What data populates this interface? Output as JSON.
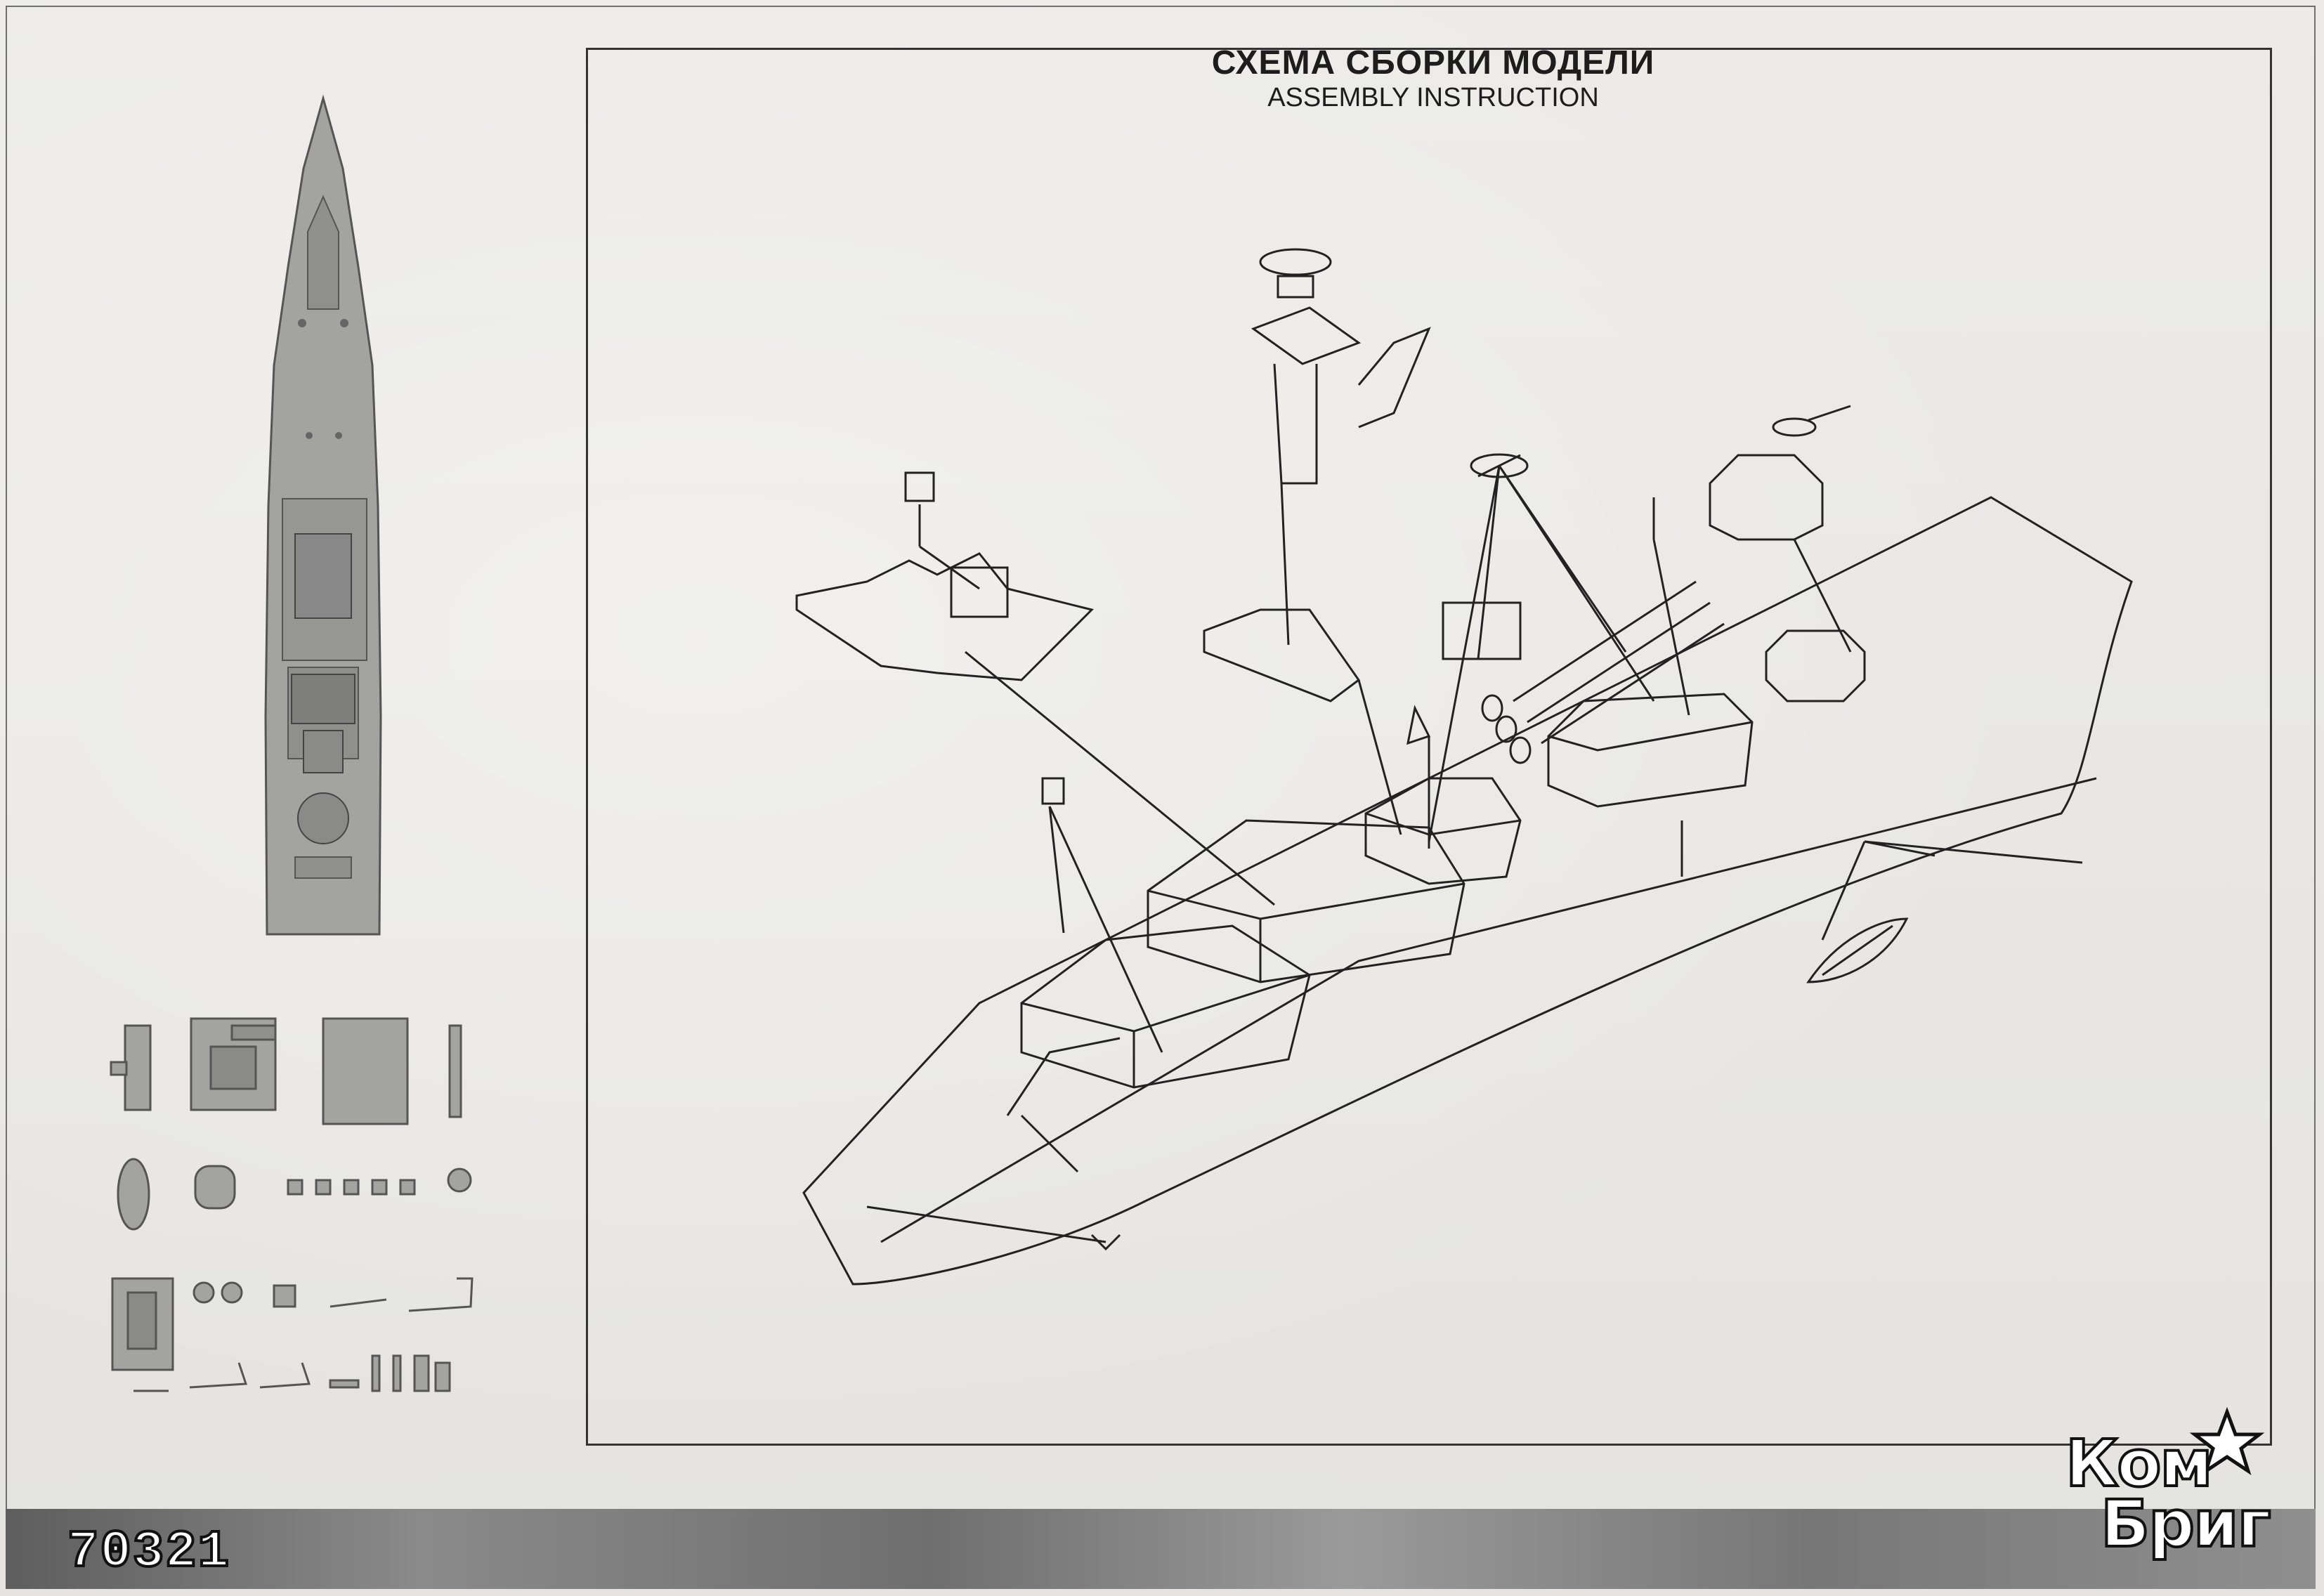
{
  "header": {
    "title_ru": "СХЕМА СБОРКИ МОДЕЛИ",
    "title_en": "ASSEMBLY INSTRUCTION"
  },
  "footer": {
    "kit_number": "70321",
    "logo_line1": "Ком",
    "logo_line2": "Бриг"
  },
  "icons": {
    "top_view": "ship-hull-top-view",
    "parts": "resin-parts-sprue",
    "diagram": "exploded-ship-assembly"
  },
  "colors": {
    "line": "#222222",
    "part_fill": "#a3a3a0",
    "strip": "#777777"
  }
}
